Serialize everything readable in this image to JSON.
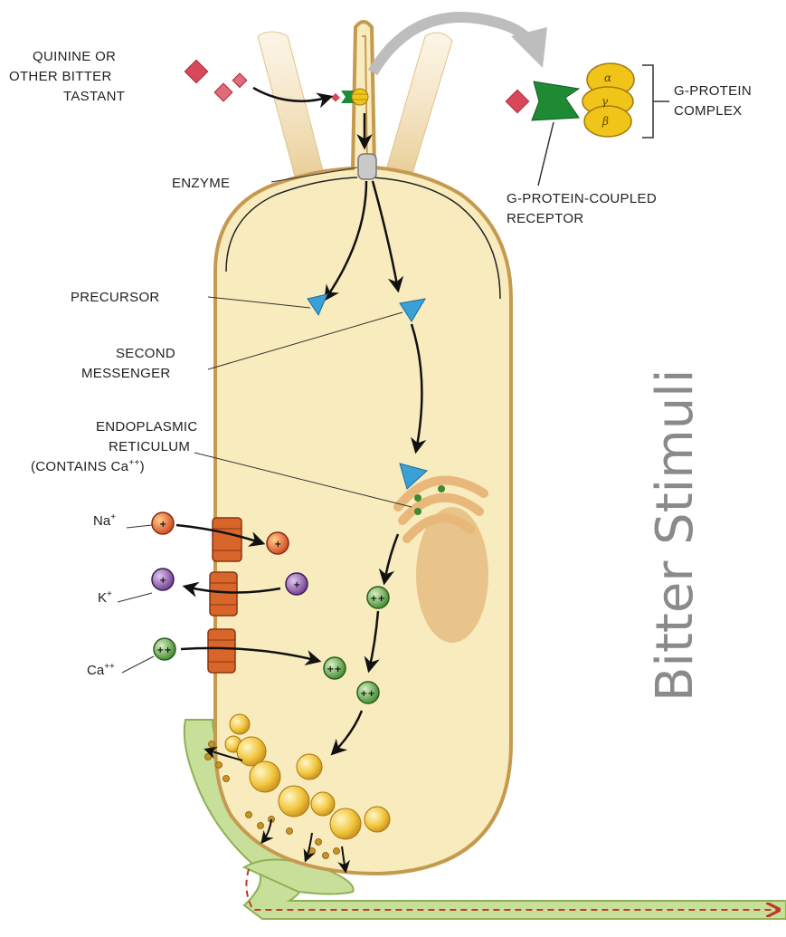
{
  "title": "Bitter Stimuli",
  "labels": {
    "tastant_line1": "QUININE OR",
    "tastant_line2": "OTHER BITTER",
    "tastant_line3": "TASTANT",
    "enzyme": "ENZYME",
    "precursor": "PRECURSOR",
    "second_messenger_line1": "SECOND",
    "second_messenger_line2": "MESSENGER",
    "er_line1": "ENDOPLASMIC",
    "er_line2": "RETICULUM",
    "er_line3": "(CONTAINS Ca",
    "er_line3_sup": "++",
    "er_line3_end": ")",
    "gprotein_complex_line1": "G-PROTEIN",
    "gprotein_complex_line2": "COMPLEX",
    "gpcr_line1": "G-PROTEIN-COUPLED",
    "gpcr_line2": "RECEPTOR"
  },
  "ions": {
    "na": "Na",
    "na_sup": "+",
    "k": "K",
    "k_sup": "+",
    "ca": "Ca",
    "ca_sup": "++"
  },
  "greek": {
    "alpha": "α",
    "gamma": "γ",
    "beta": "β"
  },
  "colors": {
    "cell_fill": "#f8ebbd",
    "cell_outline": "#c59a4e",
    "receptor_green": "#1f8a34",
    "gprotein_yellow": "#f0c419",
    "tastant_red": "#d9475a",
    "messenger_blue": "#3aa0d8",
    "nerve_green": "#bcd98c",
    "title_gray": "#8a8a8a"
  }
}
